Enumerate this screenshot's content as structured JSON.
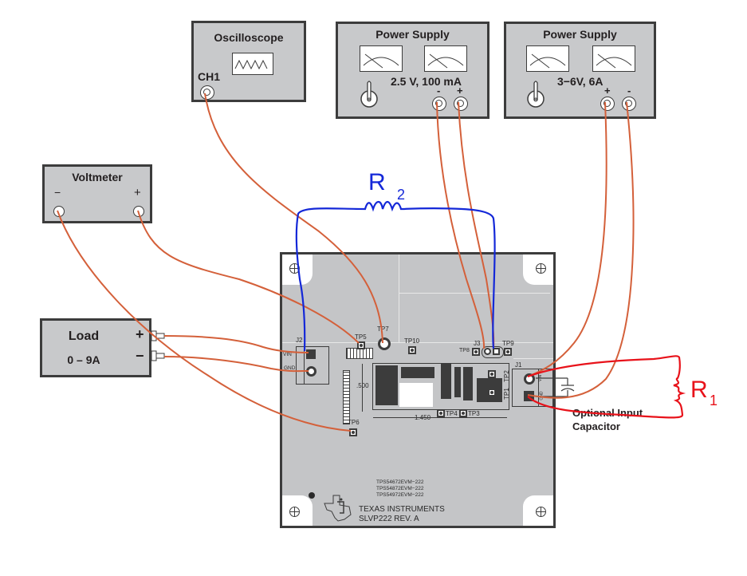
{
  "instruments": {
    "oscilloscope": {
      "title": "Oscilloscope",
      "channel": "CH1"
    },
    "power_supply_1": {
      "title": "Power Supply",
      "rating": "2.5 V, 100 mA",
      "terminal_left": "-",
      "terminal_right": "+"
    },
    "power_supply_2": {
      "title": "Power Supply",
      "rating": "3−6V, 6A",
      "terminal_left": "+",
      "terminal_right": "-"
    },
    "voltmeter": {
      "title": "Voltmeter",
      "terminal_left": "−",
      "terminal_right": "+"
    },
    "load": {
      "title": "Load",
      "rating": "0 – 9A",
      "terminal_top": "+",
      "terminal_bottom": "−"
    }
  },
  "board": {
    "connectors": {
      "j2": "J2",
      "j2_vin": "VIN",
      "j2_gnd": "GND",
      "j1": "J1",
      "j1_vin": "VIN",
      "j1_gnd": "GND",
      "j3": "J3"
    },
    "test_points": {
      "tp1": "TP1",
      "tp2": "TP2",
      "tp3": "TP3",
      "tp4": "TP4",
      "tp5": "TP5",
      "tp6": "TP6",
      "tp7": "TP7",
      "tp8": "TP8",
      "tp9": "TP9",
      "tp10": "TP10"
    },
    "dimensions": {
      "height": ".500",
      "width": "1.450"
    },
    "part_numbers": [
      "TPS54672EVM−222",
      "TPS54872EVM−222",
      "TPS54972EVM−222"
    ],
    "manufacturer": "TEXAS INSTRUMENTS",
    "revision": "SLVP222 REV. A"
  },
  "annotations": {
    "r2": {
      "letter": "R",
      "subscript": "2"
    },
    "r1": {
      "letter": "R",
      "subscript": "1"
    },
    "optional_cap_line1": "Optional Input",
    "optional_cap_line2": "Capacitor"
  },
  "colors": {
    "wire": "#d4603a",
    "r2_wire": "#1428d8",
    "r1_wire": "#e8121a",
    "instrument_fill": "#c8c9cb",
    "pcb_fill": "#c4c5c7",
    "outline": "#3c3c3c"
  }
}
